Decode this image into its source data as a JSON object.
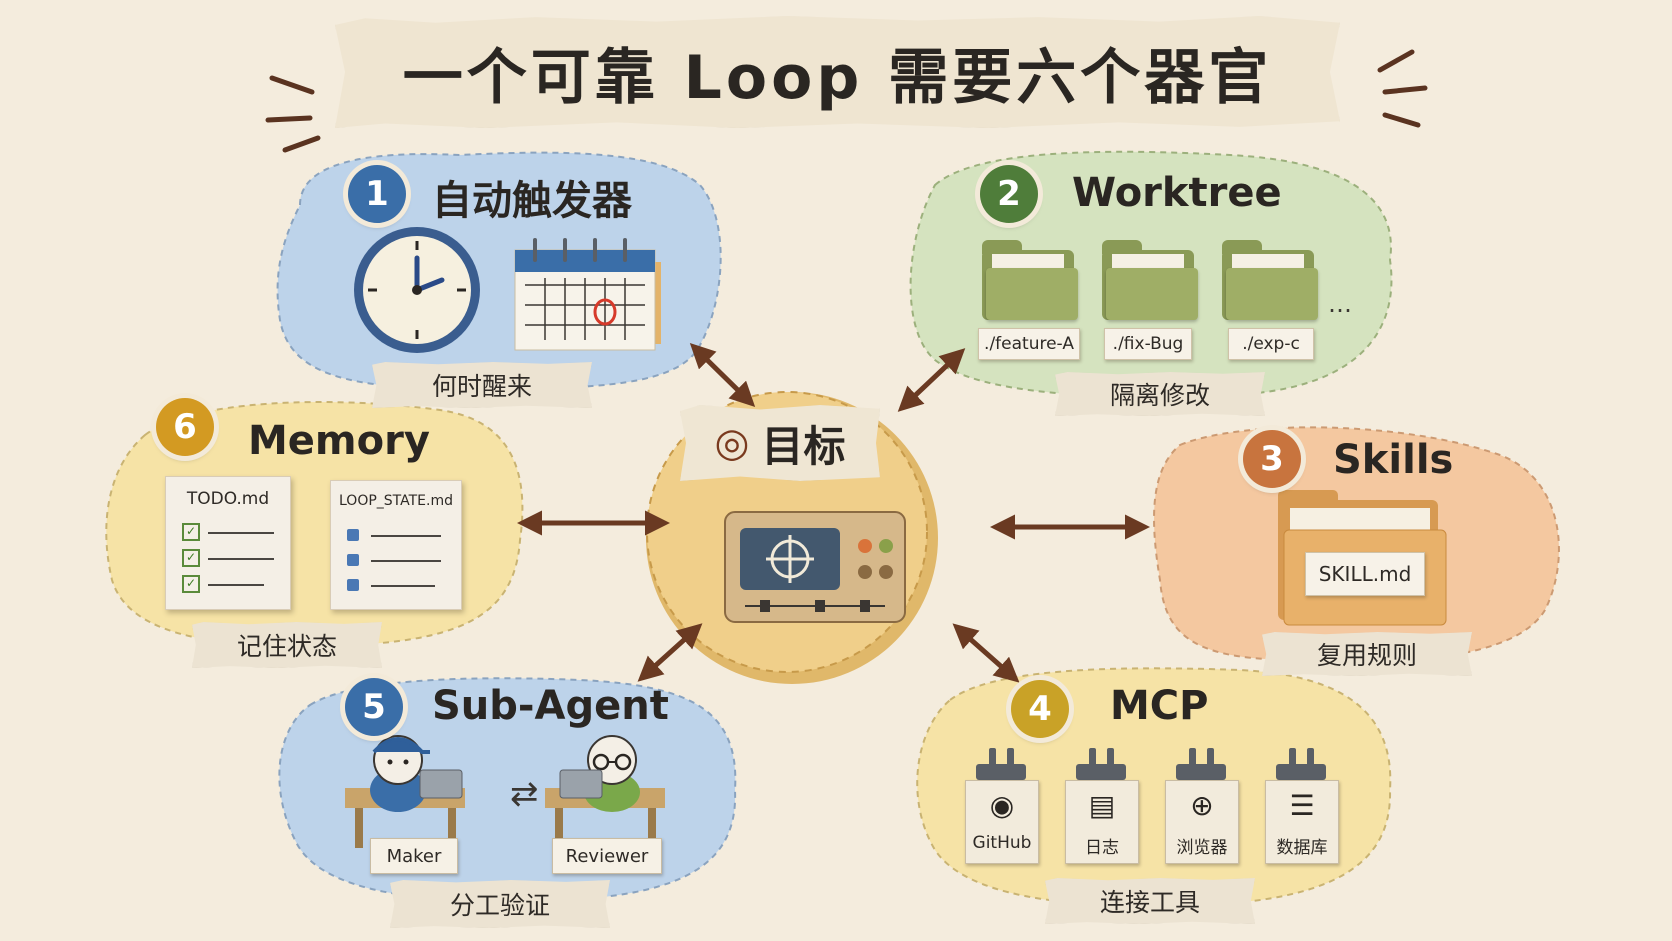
{
  "title": "一个可靠 Loop 需要六个器官",
  "center": {
    "label": "目标",
    "icon": "target-icon"
  },
  "organs": [
    {
      "number": "1",
      "title": "自动触发器",
      "caption": "何时醒来",
      "color": "#3a6ea8",
      "icons": [
        "clock-icon",
        "calendar-icon"
      ]
    },
    {
      "number": "2",
      "title": "Worktree",
      "caption": "隔离修改",
      "color": "#4f7d3a",
      "folders": [
        "./feature-A",
        "./fix-Bug",
        "./exp-c"
      ],
      "more": "…"
    },
    {
      "number": "3",
      "title": "Skills",
      "caption": "复用规则",
      "color": "#c8743e",
      "file": "SKILL.md"
    },
    {
      "number": "4",
      "title": "MCP",
      "caption": "连接工具",
      "color": "#c9a227",
      "tools": [
        "GitHub",
        "日志",
        "浏览器",
        "数据库"
      ]
    },
    {
      "number": "5",
      "title": "Sub-Agent",
      "caption": "分工验证",
      "color": "#3a6ea8",
      "agents": [
        "Maker",
        "Reviewer"
      ]
    },
    {
      "number": "6",
      "title": "Memory",
      "caption": "记住状态",
      "color": "#d39a22",
      "files": [
        "TODO.md",
        "LOOP_STATE.md"
      ]
    }
  ],
  "colors": {
    "background": "#f4ecdd",
    "blue_card": "#bdd3ea",
    "green_card": "#d5e3bf",
    "orange_card": "#f4c8a0",
    "yellow_card": "#f6e3a6",
    "center": "#f0cf8a",
    "arrow": "#6a3a22"
  }
}
